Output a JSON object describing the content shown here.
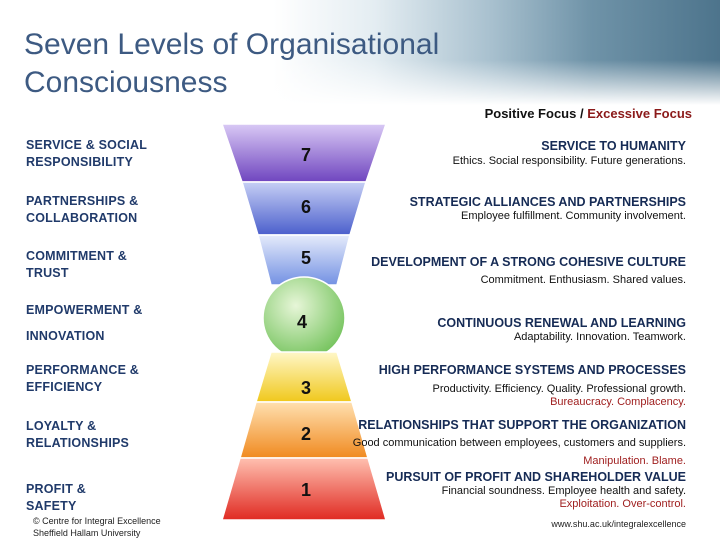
{
  "title": "Seven Levels of Organisational Consciousness",
  "positive_focus": "Positive Focus /",
  "excessive_focus": "Excessive Focus",
  "levels": [
    {
      "number": "7",
      "left": "SERVICE & SOCIAL RESPONSIBILITY",
      "heading": "SERVICE TO HUMANITY",
      "desc": "Ethics. Social responsibility. Future generations.",
      "negative": ""
    },
    {
      "number": "6",
      "left": "PARTNERSHIPS & COLLABORATION",
      "heading": "STRATEGIC ALLIANCES AND PARTNERSHIPS",
      "desc": "Employee fulfillment. Community involvement.",
      "negative": ""
    },
    {
      "number": "5",
      "left": "COMMITMENT & TRUST",
      "heading": "DEVELOPMENT OF A STRONG COHESIVE CULTURE",
      "desc": "Commitment. Enthusiasm. Shared values.",
      "negative": ""
    },
    {
      "number": "4",
      "left_a": "EMPOWERMENT &",
      "left_b": "INNOVATION",
      "heading": "CONTINUOUS RENEWAL AND LEARNING",
      "desc": "Adaptability. Innovation. Teamwork.",
      "negative": ""
    },
    {
      "number": "3",
      "left": "PERFORMANCE & EFFICIENCY",
      "heading": "HIGH PERFORMANCE SYSTEMS AND PROCESSES",
      "desc": "Productivity. Efficiency. Quality. Professional growth.",
      "negative": "Bureaucracy. Complacency."
    },
    {
      "number": "2",
      "left": "LOYALTY & RELATIONSHIPS",
      "heading": "RELATIONSHIPS THAT SUPPORT THE ORGANIZATION",
      "desc": "Good communication between employees, customers and suppliers.",
      "negative": "Manipulation. Blame."
    },
    {
      "number": "1",
      "left": "PROFIT & SAFETY",
      "heading": "PURSUIT OF PROFIT AND SHAREHOLDER VALUE",
      "desc": "Financial soundness. Employee health and safety.",
      "negative": "Exploitation. Over-control."
    }
  ],
  "footer": {
    "copyright": "© Centre for Integral Excellence",
    "university": "Sheffield Hallam University",
    "url": "www.shu.ac.uk/integralexcellence"
  },
  "colors": {
    "title": "#3d5a82",
    "level7": "#7d55c8",
    "level6": "#5f74d4",
    "level5": "#7f9ae6",
    "level4": "#8fd07a",
    "level3": "#f2d233",
    "level2": "#f39a2e",
    "level1": "#e8322a",
    "negative_text": "#a02020"
  }
}
